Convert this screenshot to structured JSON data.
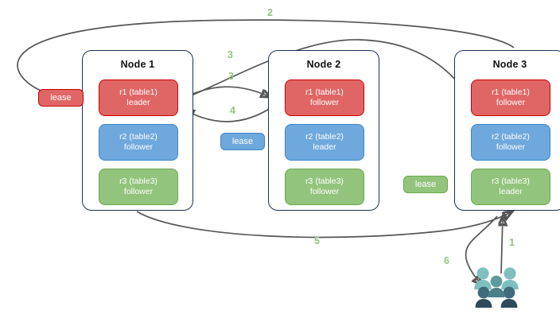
{
  "diagram": {
    "title": "",
    "colors": {
      "replica_red": "#e06666",
      "replica_red_border": "#cc0000",
      "replica_blue": "#6fa8dc",
      "replica_blue_border": "#3d85c6",
      "replica_green": "#93c47d",
      "replica_green_border": "#6aa84f",
      "node_border": "#1c3055",
      "arrow": "#555555",
      "step_label": "#93c47d",
      "users_light": "#7fbfbf",
      "users_mid": "#5d9c9c",
      "users_dark": "#3f6b7d",
      "users_darkest": "#2c4a5a"
    },
    "nodes": [
      {
        "id": "node1",
        "title": "Node 1",
        "replicas": [
          {
            "name": "r1 (table1)",
            "role": "leader",
            "color": "red"
          },
          {
            "name": "r2 (table2)",
            "role": "follower",
            "color": "blue"
          },
          {
            "name": "r3 (table3)",
            "role": "follower",
            "color": "green"
          }
        ]
      },
      {
        "id": "node2",
        "title": "Node 2",
        "replicas": [
          {
            "name": "r1 (table1)",
            "role": "follower",
            "color": "red"
          },
          {
            "name": "r2 (table2)",
            "role": "leader",
            "color": "blue"
          },
          {
            "name": "r3 (table3)",
            "role": "follower",
            "color": "green"
          }
        ]
      },
      {
        "id": "node3",
        "title": "Node 3",
        "replicas": [
          {
            "name": "r1 (table1)",
            "role": "follower",
            "color": "red"
          },
          {
            "name": "r2 (table2)",
            "role": "follower",
            "color": "blue"
          },
          {
            "name": "r3 (table3)",
            "role": "leader",
            "color": "green"
          }
        ]
      }
    ],
    "leases": [
      {
        "id": "lease-red",
        "label": "lease",
        "color": "red"
      },
      {
        "id": "lease-blue",
        "label": "lease",
        "color": "blue"
      },
      {
        "id": "lease-green",
        "label": "lease",
        "color": "green"
      }
    ],
    "steps": [
      {
        "id": "step-1",
        "label": "1"
      },
      {
        "id": "step-2",
        "label": "2"
      },
      {
        "id": "step-3a",
        "label": "3"
      },
      {
        "id": "step-3b",
        "label": "3"
      },
      {
        "id": "step-4",
        "label": "4"
      },
      {
        "id": "step-5",
        "label": "5"
      },
      {
        "id": "step-6",
        "label": "6"
      }
    ],
    "client": {
      "icon": "users-group-icon"
    }
  }
}
